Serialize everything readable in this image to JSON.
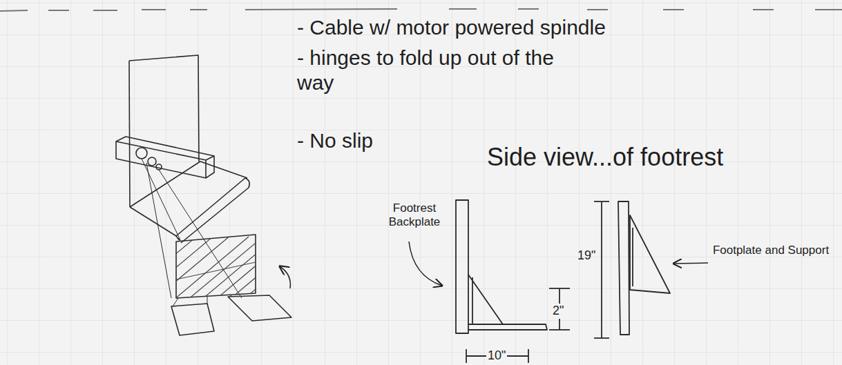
{
  "diagram": {
    "labels": [
      "- Cable w/ motor powered spindle",
      "- hinges to fold up out of the way",
      "- No slip",
      "Side view...of footrest",
      "Footrest Backplate",
      "Footplate and Support",
      "19\"",
      "2\"",
      "10\""
    ]
  }
}
